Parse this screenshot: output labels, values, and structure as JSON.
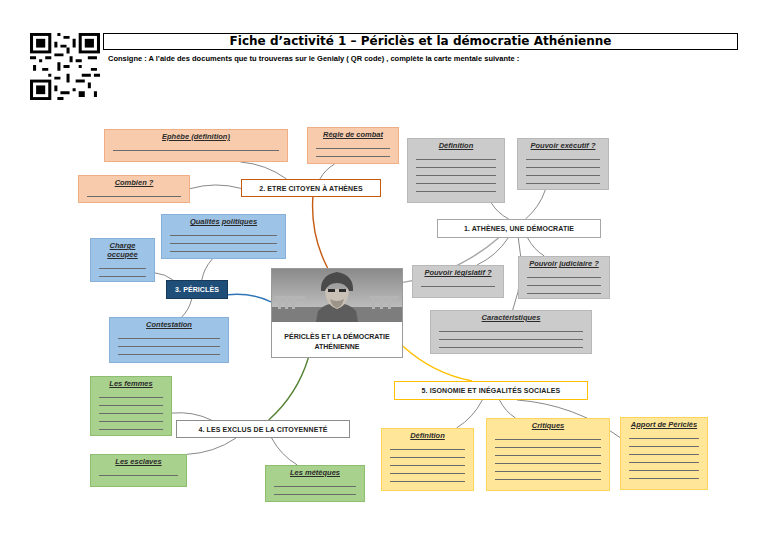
{
  "diagram": {
    "title": "Fiche d’activité 1 – Périclès et la démocratie Athénienne",
    "nodes": [
      {
        "text": [
          "PÉRICLÈS ET LA DÉMOCRATIE ATHÉNIENNE"
        ]
      },
      {
        "text": [
          "1. ATHÈNES, UNE DÉMOCRATIE"
        ]
      },
      {
        "text": [
          "Définition"
        ]
      },
      {
        "text": [
          "Pouvoir exécutif ?"
        ]
      },
      {
        "text": [
          "Pouvoir législatif ?"
        ]
      },
      {
        "text": [
          "Pouvoir judiciaire ?"
        ]
      },
      {
        "text": [
          "Caractéristiques"
        ]
      },
      {
        "text": [
          "2. ETRE CITOYEN À ATHÈNES"
        ]
      },
      {
        "text": [
          "Ephèbe (définition)"
        ]
      },
      {
        "text": [
          "Règle de combat"
        ]
      },
      {
        "text": [
          "Combien ?"
        ]
      },
      {
        "text": [
          "3. PÉRICLÈS"
        ]
      },
      {
        "text": [
          "Qualités politiques"
        ]
      },
      {
        "text": [
          "Charge occupée"
        ]
      },
      {
        "text": [
          "Contestation"
        ]
      },
      {
        "text": [
          "4. LES EXCLUS DE LA CITOYENNETÉ"
        ]
      },
      {
        "text": [
          "Les femmes"
        ]
      },
      {
        "text": [
          "Les esclaves"
        ]
      },
      {
        "text": [
          "Les métèques"
        ]
      },
      {
        "text": [
          "5. ISONOMIE ET INÉGALITÉS SOCIALES"
        ]
      },
      {
        "text": [
          "Définition"
        ]
      },
      {
        "text": [
          "Critiques"
        ]
      },
      {
        "text": [
          "Apport de Périclès"
        ]
      }
    ],
    "edges": [
      {
        "from": 0,
        "to": 1,
        "arrow": "none"
      },
      {
        "from": 0,
        "to": 7,
        "arrow": "none"
      },
      {
        "from": 0,
        "to": 11,
        "arrow": "none"
      },
      {
        "from": 0,
        "to": 15,
        "arrow": "none"
      },
      {
        "from": 0,
        "to": 19,
        "arrow": "none"
      },
      {
        "from": 1,
        "to": 2,
        "arrow": "none"
      },
      {
        "from": 1,
        "to": 3,
        "arrow": "none"
      },
      {
        "from": 1,
        "to": 4,
        "arrow": "none"
      },
      {
        "from": 1,
        "to": 5,
        "arrow": "none"
      },
      {
        "from": 1,
        "to": 6,
        "arrow": "none"
      },
      {
        "from": 7,
        "to": 8,
        "arrow": "none"
      },
      {
        "from": 7,
        "to": 9,
        "arrow": "none"
      },
      {
        "from": 7,
        "to": 10,
        "arrow": "none"
      },
      {
        "from": 11,
        "to": 12,
        "arrow": "none"
      },
      {
        "from": 11,
        "to": 13,
        "arrow": "none"
      },
      {
        "from": 11,
        "to": 14,
        "arrow": "none"
      },
      {
        "from": 15,
        "to": 16,
        "arrow": "none"
      },
      {
        "from": 15,
        "to": 17,
        "arrow": "none"
      },
      {
        "from": 15,
        "to": 18,
        "arrow": "none"
      },
      {
        "from": 19,
        "to": 20,
        "arrow": "none"
      },
      {
        "from": 19,
        "to": 21,
        "arrow": "none"
      },
      {
        "from": 19,
        "to": 22,
        "arrow": "none"
      }
    ],
    "labels": [
      "Consigne : A l’aide des documents que tu trouveras sur le Genialy ( QR code) , complète la carte mentale suivante :"
    ]
  }
}
